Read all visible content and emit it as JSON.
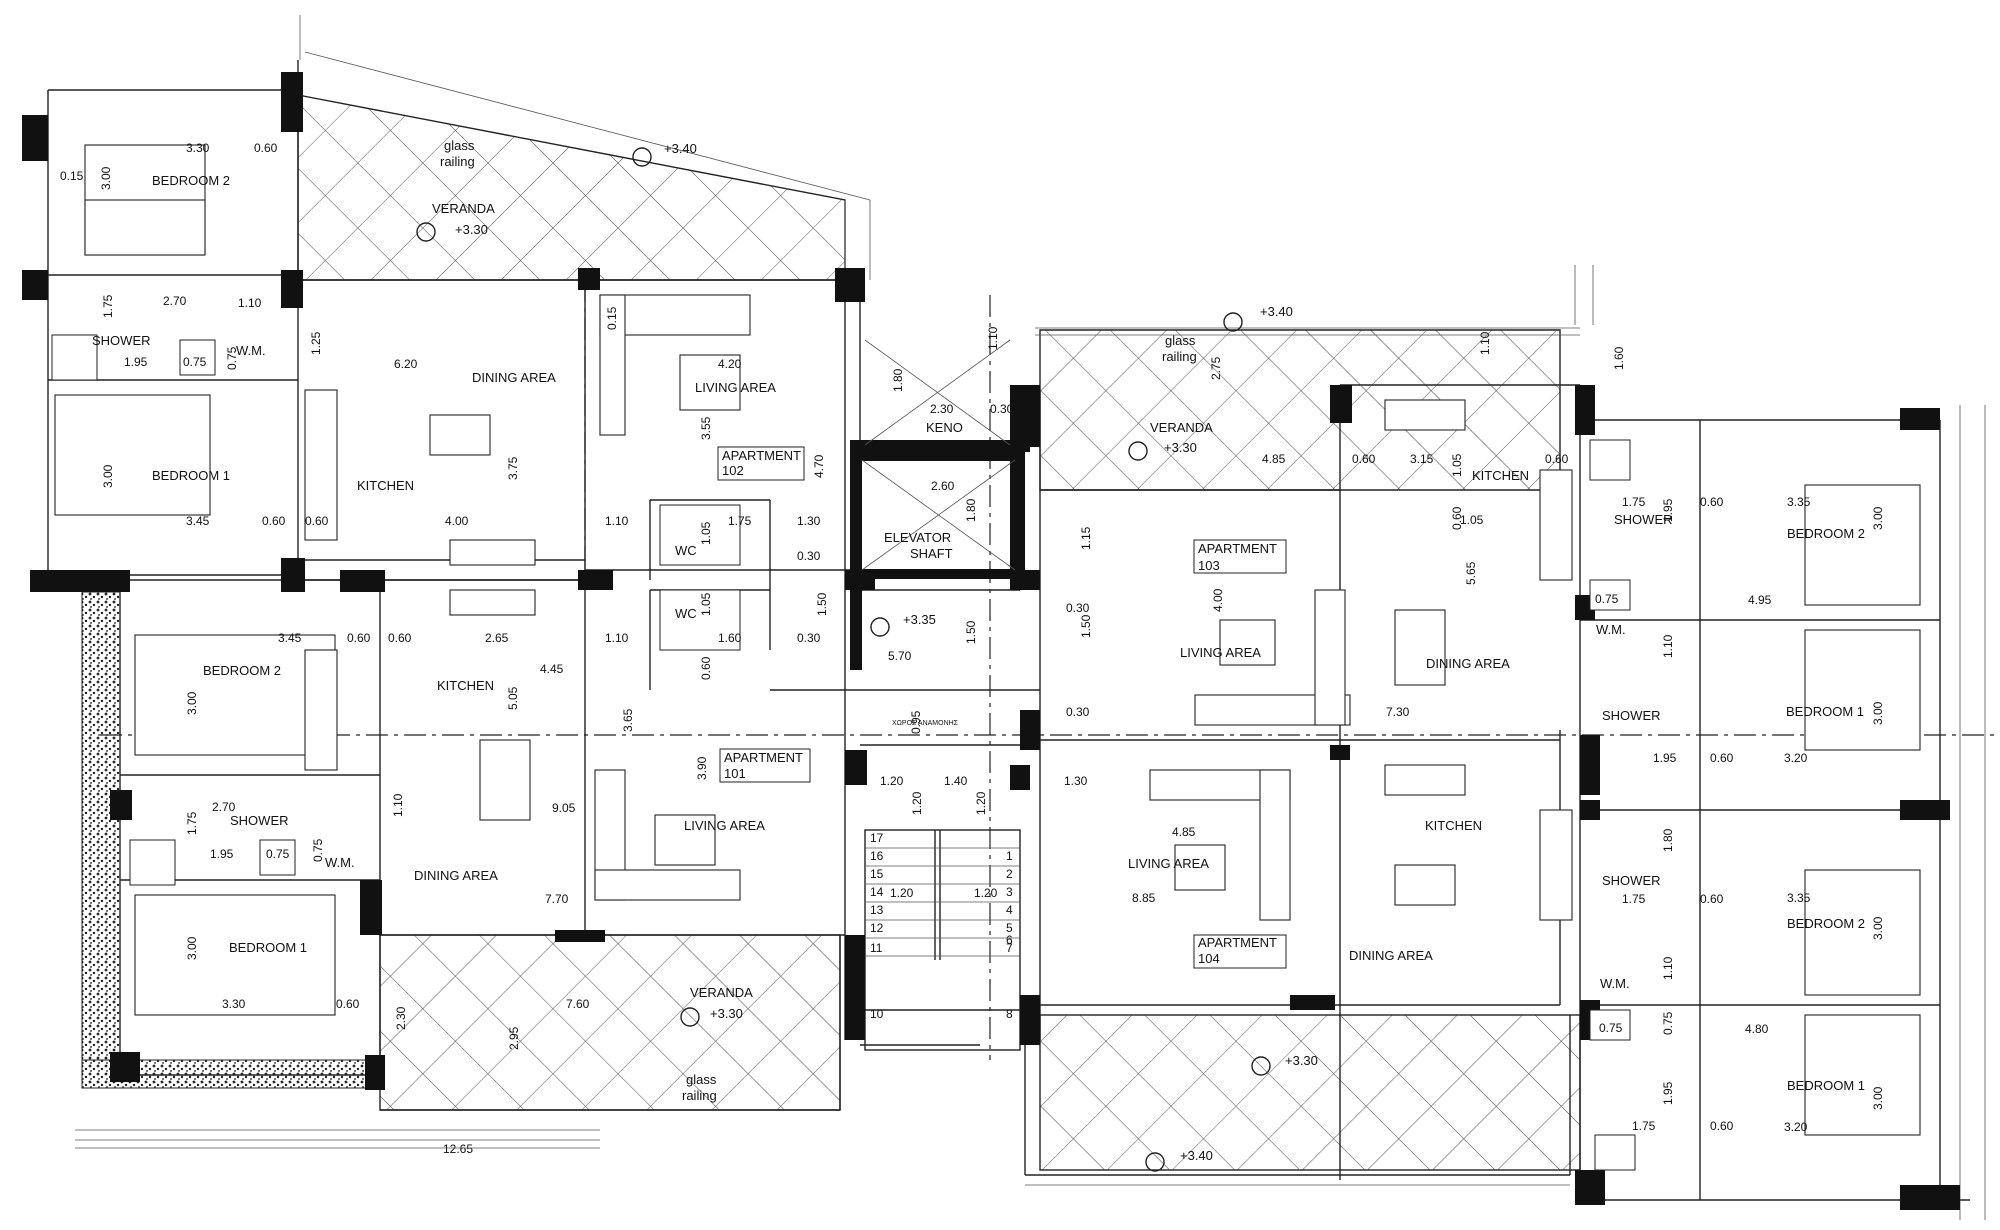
{
  "rooms": [
    {
      "id": "bed2-a",
      "text": "BEDROOM 2"
    },
    {
      "id": "glass-a1",
      "text": "glass"
    },
    {
      "id": "glass-a2",
      "text": "railing"
    },
    {
      "id": "veranda-a",
      "text": "VERANDA"
    },
    {
      "id": "bed1-a",
      "text": "BEDROOM 1"
    },
    {
      "id": "shower-a",
      "text": "SHOWER"
    },
    {
      "id": "wm-a",
      "text": "W.M."
    },
    {
      "id": "kitchen-a",
      "text": "KITCHEN"
    },
    {
      "id": "dining-a",
      "text": "DINING AREA"
    },
    {
      "id": "living-102",
      "text": "LIVING AREA"
    },
    {
      "id": "apt102-a",
      "text": "APARTMENT"
    },
    {
      "id": "apt102-b",
      "text": "102"
    },
    {
      "id": "wc-a",
      "text": "WC"
    },
    {
      "id": "keno",
      "text": "KENO"
    },
    {
      "id": "elev-a",
      "text": "ELEVATOR"
    },
    {
      "id": "elev-b",
      "text": "SHAFT"
    },
    {
      "id": "glass-b1",
      "text": "glass"
    },
    {
      "id": "glass-b2",
      "text": "railing"
    },
    {
      "id": "veranda-b",
      "text": "VERANDA"
    },
    {
      "id": "apt103-a",
      "text": "APARTMENT"
    },
    {
      "id": "apt103-b",
      "text": "103"
    },
    {
      "id": "living-103",
      "text": "LIVING AREA"
    },
    {
      "id": "kitchen-103",
      "text": "KITCHEN"
    },
    {
      "id": "dining-103",
      "text": "DINING AREA"
    },
    {
      "id": "bed2-103",
      "text": "BEDROOM 2"
    },
    {
      "id": "shower-103",
      "text": "SHOWER"
    },
    {
      "id": "wm-103",
      "text": "W.M."
    },
    {
      "id": "bed1-103",
      "text": "BEDROOM 1"
    },
    {
      "id": "shower-103b",
      "text": "SHOWER"
    },
    {
      "id": "bed2-101",
      "text": "BEDROOM 2"
    },
    {
      "id": "kitchen-101",
      "text": "KITCHEN"
    },
    {
      "id": "wc-b",
      "text": "WC"
    },
    {
      "id": "shower-101",
      "text": "SHOWER"
    },
    {
      "id": "wm-101",
      "text": "W.M."
    },
    {
      "id": "dining-101",
      "text": "DINING AREA"
    },
    {
      "id": "bed1-101",
      "text": "BEDROOM 1"
    },
    {
      "id": "apt101-a",
      "text": "APARTMENT"
    },
    {
      "id": "apt101-b",
      "text": "101"
    },
    {
      "id": "living-101",
      "text": "LIVING AREA"
    },
    {
      "id": "veranda-c",
      "text": "VERANDA"
    },
    {
      "id": "glass-c1",
      "text": "glass"
    },
    {
      "id": "glass-c2",
      "text": "railing"
    },
    {
      "id": "stair-note",
      "text": "ΧΩΡΟΣ ΑΝΑΜΟΝΗΣ"
    },
    {
      "id": "living-104",
      "text": "LIVING AREA"
    },
    {
      "id": "apt104-a",
      "text": "APARTMENT"
    },
    {
      "id": "apt104-b",
      "text": "104"
    },
    {
      "id": "kitchen-104",
      "text": "KITCHEN"
    },
    {
      "id": "dining-104",
      "text": "DINING AREA"
    },
    {
      "id": "shower-104",
      "text": "SHOWER"
    },
    {
      "id": "bed2-104",
      "text": "BEDROOM 2"
    },
    {
      "id": "wm-104",
      "text": "W.M."
    },
    {
      "id": "bed1-104",
      "text": "BEDROOM 1"
    }
  ],
  "dimensions": [
    "3.30",
    "0.60",
    "0.15",
    "3.00",
    "2.70",
    "1.10",
    "1.75",
    "1.95",
    "0.75",
    "0.75",
    "1.25",
    "6.20",
    "4.20",
    "3.00",
    "3.45",
    "0.60",
    "0.60",
    "4.00",
    "1.10",
    "3.75",
    "3.55",
    "4.70",
    "1.75",
    "1.30",
    "1.05",
    "0.30",
    "0.15",
    "2.30",
    "0.30",
    "1.80",
    "1.10",
    "2.60",
    "1.80",
    "0.60",
    "4.85",
    "3.15",
    "0.60",
    "1.05",
    "1.05",
    "0.60",
    "5.65",
    "1.10",
    "1.60",
    "2.75",
    "1.15",
    "4.00",
    "0.30",
    "1.50",
    "0.30",
    "7.30",
    "1.75",
    "0.60",
    "3.35",
    "3.00",
    "4.95",
    "0.75",
    "1.95",
    "1.10",
    "3.00",
    "3.20",
    "1.95",
    "0.60",
    "1.80",
    "3.45",
    "0.60",
    "0.60",
    "2.65",
    "1.10",
    "4.45",
    "1.05",
    "1.60",
    "0.30",
    "1.50",
    "1.50",
    "5.70",
    "0.60",
    "3.00",
    "5.05",
    "2.70",
    "1.75",
    "1.95",
    "0.75",
    "0.75",
    "1.10",
    "9.05",
    "3.65",
    "3.90",
    "1.20",
    "1.40",
    "1.30",
    "1.20",
    "1.20",
    "1.20",
    "1.20",
    "0.95",
    "7.70",
    "4.85",
    "8.85",
    "3.00",
    "3.30",
    "0.60",
    "2.30",
    "7.60",
    "2.95",
    "1.75",
    "0.60",
    "3.35",
    "3.00",
    "1.10",
    "0.75",
    "0.75",
    "4.80",
    "1.95",
    "1.75",
    "0.60",
    "3.20",
    "3.00",
    "12.65"
  ],
  "elevations": [
    "+3.40",
    "+3.30",
    "+3.40",
    "+3.30",
    "+3.35",
    "+3.30",
    "+3.30",
    "+3.40"
  ],
  "stairs": {
    "left": [
      "17",
      "16",
      "15",
      "14",
      "13",
      "12",
      "11",
      "10"
    ],
    "right": [
      "1",
      "2",
      "3",
      "4",
      "5",
      "6",
      "7",
      "8"
    ]
  },
  "colors": {
    "ink": "#111111",
    "paper": "#ffffff",
    "hatch": "#444444"
  }
}
